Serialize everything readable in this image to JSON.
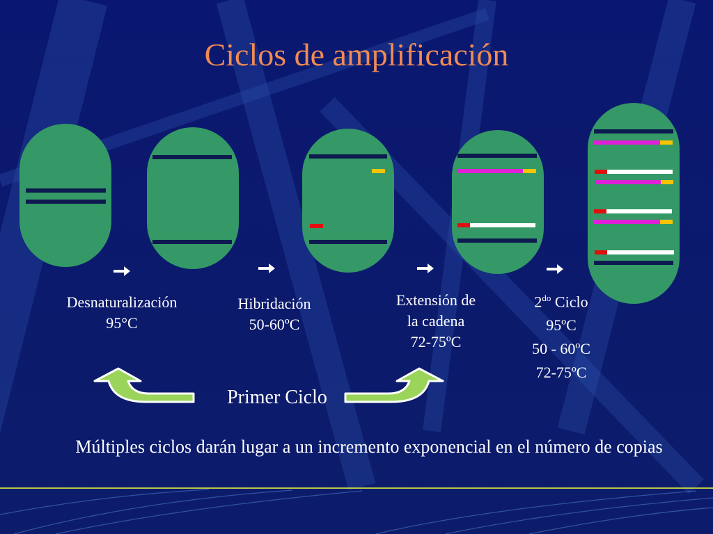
{
  "title": "Ciclos de amplificación",
  "stages": [
    {
      "lines": [
        "Desnaturalización",
        "95°C"
      ]
    },
    {
      "lines": [
        "Hibridación",
        "50-60ºC"
      ]
    },
    {
      "lines": [
        "Extensión de",
        "la cadena",
        "72-75ºC"
      ]
    },
    {
      "ordinal": "2",
      "ordinal_suffix": "do",
      "cycle_word": "Ciclo",
      "lines": [
        "95ºC",
        "50 - 60ºC",
        "72-75ºC"
      ]
    }
  ],
  "cycle_label": "Primer Ciclo",
  "footer_text": "Múltiples ciclos darán lugar a un incremento exponencial en el número de copias",
  "colors": {
    "background": "#0c1a6e",
    "title": "#f08a54",
    "capsule": "#349966",
    "dna_strand": "#0d1a4f",
    "primer_red": "#e01010",
    "primer_yellow": "#f5c400",
    "new_strand_magenta": "#e020d8",
    "new_strand_white": "#ffffff",
    "cycle_arrow": "#8fd14f"
  }
}
